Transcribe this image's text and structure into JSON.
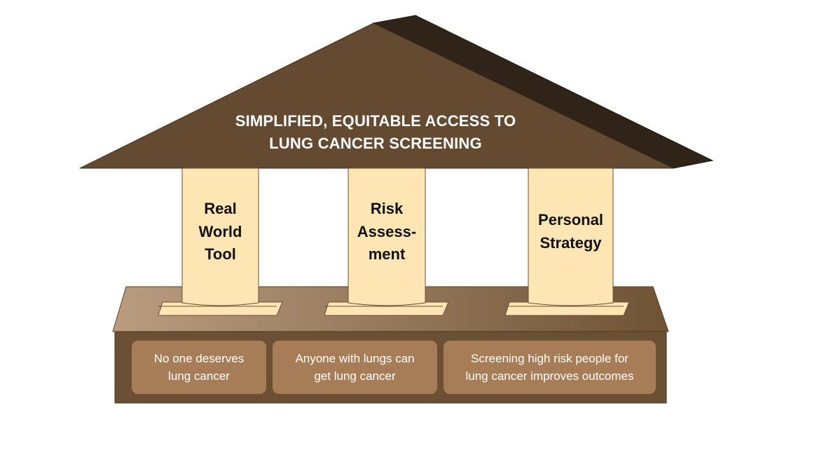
{
  "roof": {
    "line1": "SIMPLIFIED, EQUITABLE ACCESS TO",
    "line2": "LUNG CANCER SCREENING"
  },
  "pillars": [
    {
      "lines": [
        "Real",
        "World",
        "Tool"
      ]
    },
    {
      "lines": [
        "Risk",
        "Assess-",
        "ment"
      ]
    },
    {
      "lines": [
        "Personal",
        "Strategy"
      ]
    }
  ],
  "foundation": [
    {
      "lines": [
        "No one deserves",
        "lung cancer"
      ]
    },
    {
      "lines": [
        "Anyone with lungs can",
        "get lung cancer"
      ]
    },
    {
      "lines": [
        "Screening high risk people for",
        "lung cancer improves outcomes"
      ]
    }
  ],
  "colors": {
    "roof": "#634a31",
    "roof_side": "#2f2417",
    "pillar": "#fde6b4",
    "platform_light": "#bb9c80",
    "platform_dark": "#6f5335",
    "foundation": "#6b5033",
    "principle_box": "#a77d57"
  }
}
